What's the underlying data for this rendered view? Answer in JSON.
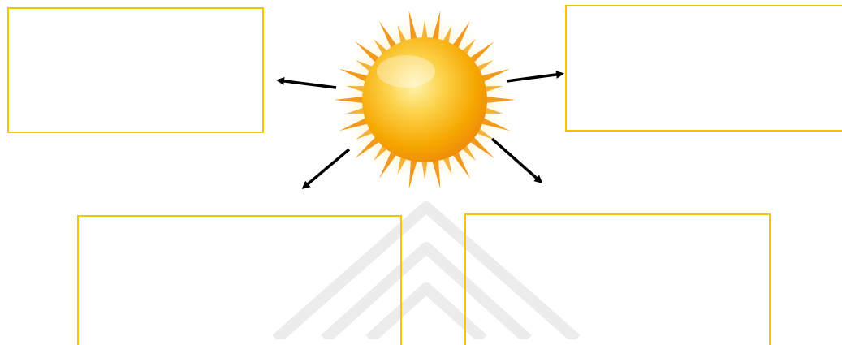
{
  "diagram": {
    "center": {
      "icon": "sun-icon"
    },
    "boxes": [
      {
        "id": "top-left",
        "text": ""
      },
      {
        "id": "top-right",
        "text": ""
      },
      {
        "id": "bottom-left",
        "text": ""
      },
      {
        "id": "bottom-right",
        "text": ""
      }
    ],
    "colors": {
      "box_border": "#f7c400",
      "sun_core": "#f6a700",
      "sun_rays": "#f29a1e",
      "arrow": "#000000",
      "watermark": "#e9e9e9"
    }
  }
}
